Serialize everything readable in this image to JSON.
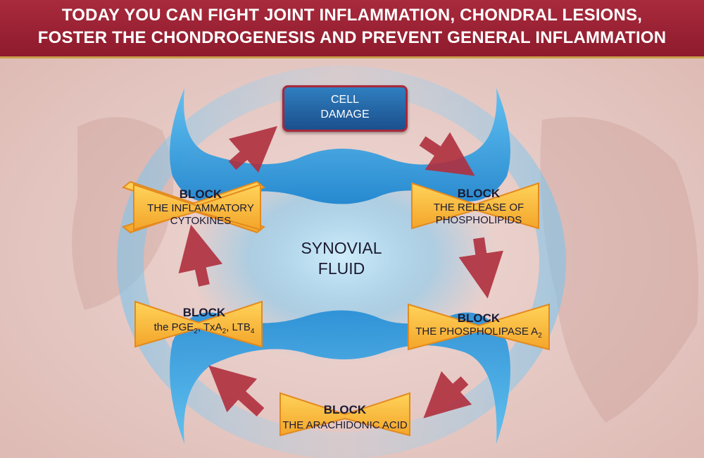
{
  "header": {
    "line1": "TODAY YOU CAN FIGHT JOINT INFLAMMATION, CHONDRAL LESIONS,",
    "line2": "FOSTER THE CHONDROGENESIS AND PREVENT GENERAL INFLAMMATION"
  },
  "colors": {
    "header_bg": "#9c2233",
    "header_border": "#c9a049",
    "fluid_blue": "#3aa7e6",
    "arrow_red": "#b0303f",
    "block_orange": "#f5b331"
  },
  "cell_damage": {
    "line1": "CELL",
    "line2": "DAMAGE"
  },
  "center": {
    "line1": "SYNOVIAL",
    "line2": "FLUID"
  },
  "blocks": {
    "cytokines": {
      "word": "BLOCK",
      "line1": "THE INFLAMMATORY",
      "line2": "CYTOKINES"
    },
    "phospholipids": {
      "word": "BLOCK",
      "line1": "THE RELEASE OF",
      "line2": "PHOSPHOLIPIDS"
    },
    "pge": {
      "word": "BLOCK",
      "line_prefix": "the PGE",
      "sub1": "2",
      "sep1": ", TxA",
      "sub2": "2",
      "sep2": ", LTB",
      "sub3": "4"
    },
    "phospholipase": {
      "word": "BLOCK",
      "line": "THE PHOSPHOLIPASE A",
      "sub": "2"
    },
    "arachidonic": {
      "word": "BLOCK",
      "line": "THE ARACHIDONIC ACID"
    }
  }
}
